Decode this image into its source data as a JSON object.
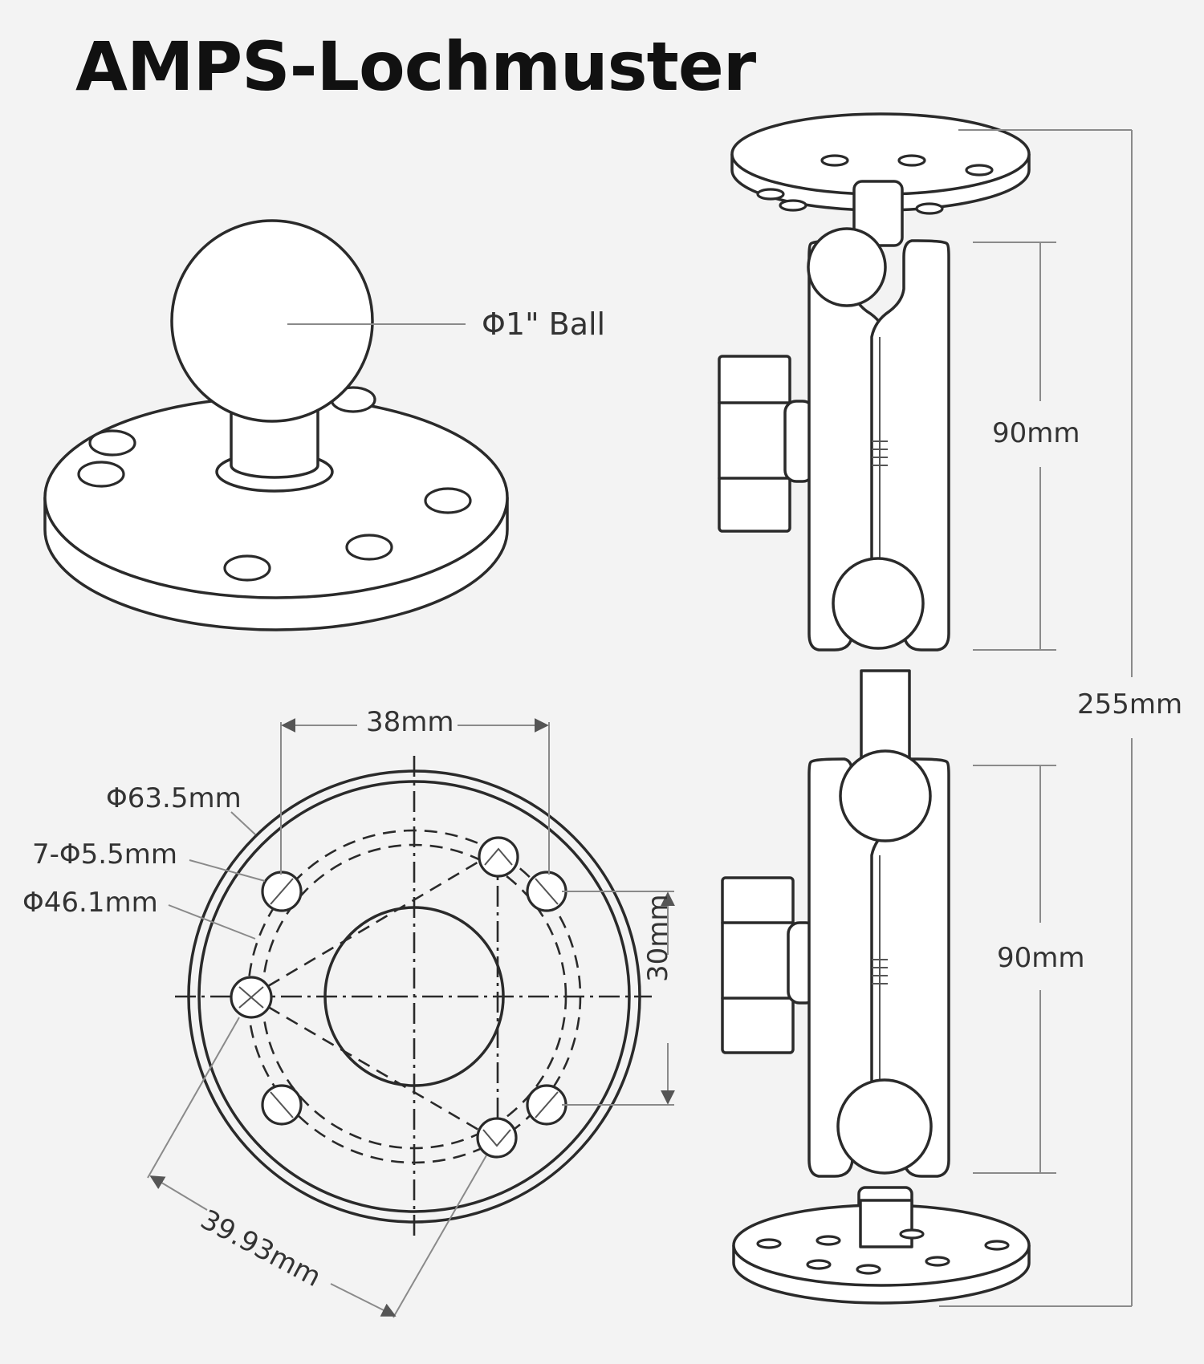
{
  "title": "AMPS-Lochmuster",
  "labels": {
    "ball": "Φ1\" Ball",
    "spacing_38": "38mm",
    "outer_dia": "Φ63.5mm",
    "holes": "7-Φ5.5mm",
    "circle_dia": "Φ46.1mm",
    "spacing_30": "30mm",
    "spacing_3993": "39.93mm",
    "arm_upper": "90mm",
    "arm_lower": "90mm",
    "total": "255mm"
  }
}
